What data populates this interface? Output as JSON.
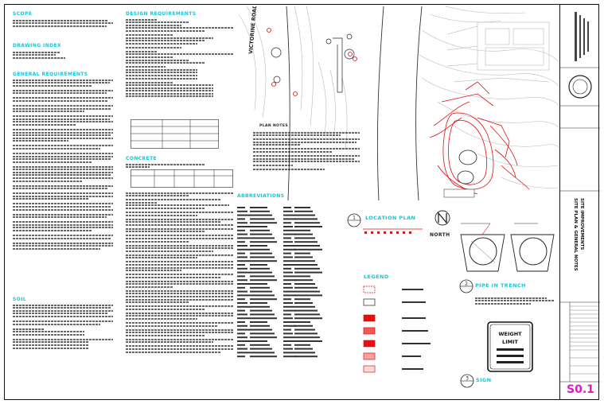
{
  "notes_left": {
    "scope_heading": "SCOPE",
    "drawing_index_heading": "DRAWING INDEX",
    "general_heading": "GENERAL REQUIREMENTS",
    "soil_heading": "SOIL"
  },
  "notes_middle": {
    "design_heading": "DESIGN REQUIREMENTS",
    "concrete_heading": "CONCRETE",
    "abbreviations_heading": "ABBREVIATIONS"
  },
  "plan": {
    "road_label": "VICTORINE ROAD",
    "plan_notes_heading": "PLAN NOTES"
  },
  "location_plan": {
    "marker_number": "1",
    "heading": "LOCATION PLAN",
    "north_label": "NORTH"
  },
  "legend": {
    "heading": "LEGEND"
  },
  "pipe_in_trench": {
    "marker_number": "2",
    "heading": "PIPE IN TRENCH"
  },
  "sign": {
    "marker_number": "3",
    "heading": "SIGN",
    "line1": "WEIGHT",
    "line2": "LIMIT"
  },
  "title_block": {
    "project_title": "SITE IMPROVEMENTS",
    "sheet_title": "SITE PLAN & GENERAL NOTES",
    "sheet_number": "S0.1"
  },
  "colors": {
    "heading": "#18c6d8",
    "redline": "#e01010",
    "sheet_number": "#e019c9"
  }
}
